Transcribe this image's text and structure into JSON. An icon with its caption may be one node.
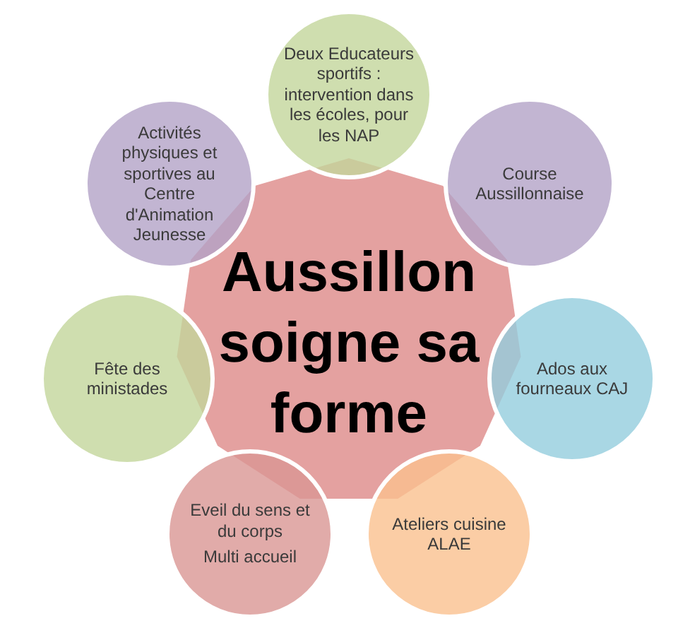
{
  "diagram": {
    "nodes": [
      {
        "text": [
          "Aussillon soigne sa forme"
        ]
      },
      {
        "text": [
          "Deux Educateurs sportifs : intervention dans les écoles, pour les NAP"
        ]
      },
      {
        "text": [
          "Course Aussillonnaise"
        ]
      },
      {
        "text": [
          "Ados aux fourneaux CAJ"
        ]
      },
      {
        "text": [
          "Ateliers cuisine ALAE"
        ]
      },
      {
        "text": [
          "Eveil du sens et du corps",
          "Multi accueil"
        ]
      },
      {
        "text": [
          "Fête des ministades"
        ]
      },
      {
        "text": [
          "Activités physiques et sportives au Centre d'Animation Jeunesse"
        ]
      }
    ]
  }
}
